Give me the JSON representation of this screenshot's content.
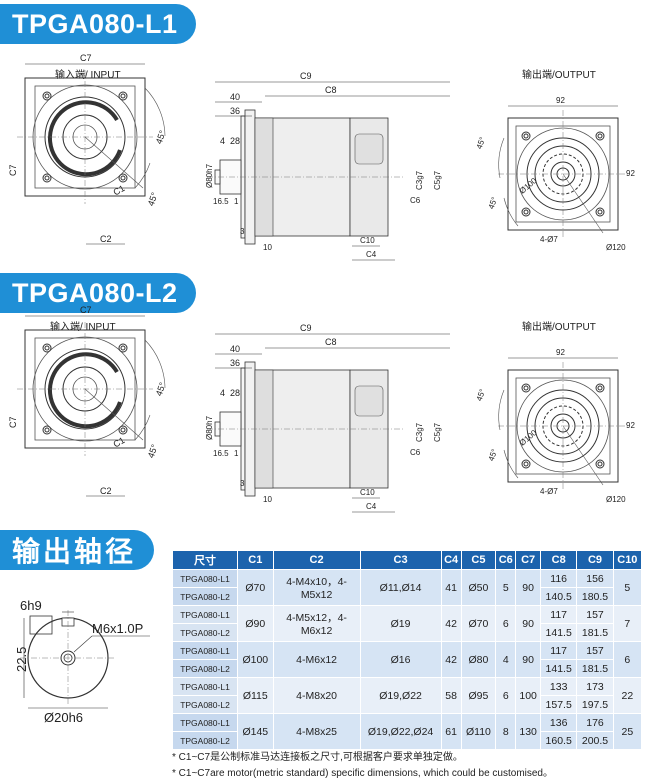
{
  "sections": {
    "l1_title": "TPGA080-L1",
    "l2_title": "TPGA080-L2",
    "shaft_title": "输出轴径"
  },
  "views": {
    "input_label": "输入端/ INPUT",
    "output_label": "输出端/OUTPUT"
  },
  "dims": {
    "c7": "C7",
    "c1": "C1",
    "c2": "C2",
    "c9": "C9",
    "c8": "C8",
    "c3": "C3g7",
    "c5": "C5g7",
    "c6": "C6",
    "c10": "C10",
    "c4": "C4",
    "d40": "40",
    "d36": "36",
    "d4": "4",
    "d28": "28",
    "d80": "Ø80h7",
    "d165": "16.5",
    "d1": "1",
    "d3": "3",
    "d10": "10",
    "d92": "92",
    "d45": "45°",
    "d100": "Ø100",
    "d4hole": "4-Ø7",
    "d120": "Ø120"
  },
  "shaft": {
    "key": "6h9",
    "thread": "M6x1.0P",
    "height": "22.5",
    "diameter": "Ø20h6"
  },
  "table": {
    "headers": [
      "尺寸",
      "C1",
      "C2",
      "C3",
      "C4",
      "C5",
      "C6",
      "C7",
      "C8",
      "C9",
      "C10"
    ],
    "groups": [
      {
        "models": [
          "TPGA080-L1",
          "TPGA080-L2"
        ],
        "c1": "Ø70",
        "c2": "4-M4x10，4-M5x12",
        "c3": "Ø11,Ø14",
        "c4": "41",
        "c5": "Ø50",
        "c6": "5",
        "c7": "90",
        "c8": [
          "116",
          "140.5"
        ],
        "c9": [
          "156",
          "180.5"
        ],
        "c10": "5"
      },
      {
        "models": [
          "TPGA080-L1",
          "TPGA080-L2"
        ],
        "c1": "Ø90",
        "c2": "4-M5x12，4-M6x12",
        "c3": "Ø19",
        "c4": "42",
        "c5": "Ø70",
        "c6": "6",
        "c7": "90",
        "c8": [
          "117",
          "141.5"
        ],
        "c9": [
          "157",
          "181.5"
        ],
        "c10": "7"
      },
      {
        "models": [
          "TPGA080-L1",
          "TPGA080-L2"
        ],
        "c1": "Ø100",
        "c2": "4-M6x12",
        "c3": "Ø16",
        "c4": "42",
        "c5": "Ø80",
        "c6": "4",
        "c7": "90",
        "c8": [
          "117",
          "141.5"
        ],
        "c9": [
          "157",
          "181.5"
        ],
        "c10": "6"
      },
      {
        "models": [
          "TPGA080-L1",
          "TPGA080-L2"
        ],
        "c1": "Ø115",
        "c2": "4-M8x20",
        "c3": "Ø19,Ø22",
        "c4": "58",
        "c5": "Ø95",
        "c6": "6",
        "c7": "100",
        "c8": [
          "133",
          "157.5"
        ],
        "c9": [
          "173",
          "197.5"
        ],
        "c10": "22"
      },
      {
        "models": [
          "TPGA080-L1",
          "TPGA080-L2"
        ],
        "c1": "Ø145",
        "c2": "4-M8x25",
        "c3": "Ø19,Ø22,Ø24",
        "c4": "61",
        "c5": "Ø110",
        "c6": "8",
        "c7": "130",
        "c8": [
          "136",
          "160.5"
        ],
        "c9": [
          "176",
          "200.5"
        ],
        "c10": "25"
      }
    ]
  },
  "notes": {
    "cn": "* C1~C7是公制标准马达连接板之尺寸,可根据客户要求单独定做。",
    "en": "* C1~C7are motor(metric standard)  specific dimensions, which could be customised。"
  }
}
